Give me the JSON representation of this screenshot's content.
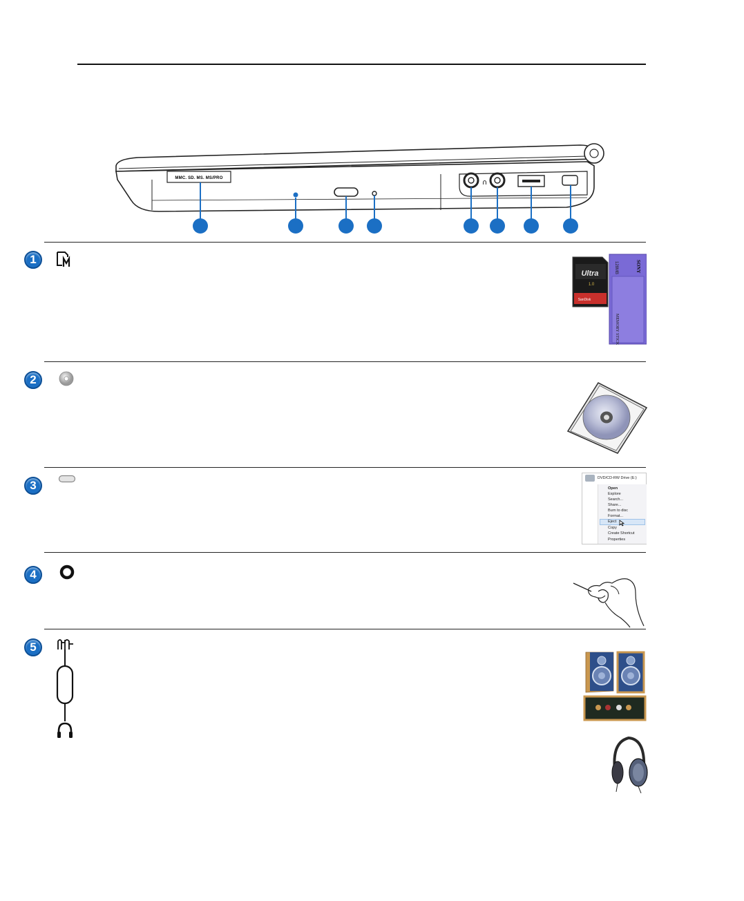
{
  "laptop": {
    "card_slot_label": "MMC. SD. MS. MS/PRO"
  },
  "sections": [
    {
      "number": "1",
      "icon": "memory-card-icon"
    },
    {
      "number": "2",
      "icon": "optical-disc-icon"
    },
    {
      "number": "3",
      "icon": "eject-button-icon"
    },
    {
      "number": "4",
      "icon": "emergency-eject-icon"
    },
    {
      "number": "5",
      "icon": "audio-jack-icon"
    }
  ],
  "context_menu": {
    "title": "DVD/CD-RW Drive (E:)",
    "items": [
      "Open",
      "Explore",
      "Search...",
      "Share...",
      "Burn to disc",
      "Format...",
      "Eject",
      "Copy",
      "Create Shortcut",
      "Properties"
    ]
  },
  "sd_card": {
    "brand": "Ultra",
    "sub": "1.0",
    "maker": "SanDisk"
  },
  "memory_stick": {
    "brand": "SONY",
    "label": "MEMORY STICK",
    "size": "128MB"
  },
  "colors": {
    "accent": "#1b6fc4",
    "rule": "#111111"
  }
}
